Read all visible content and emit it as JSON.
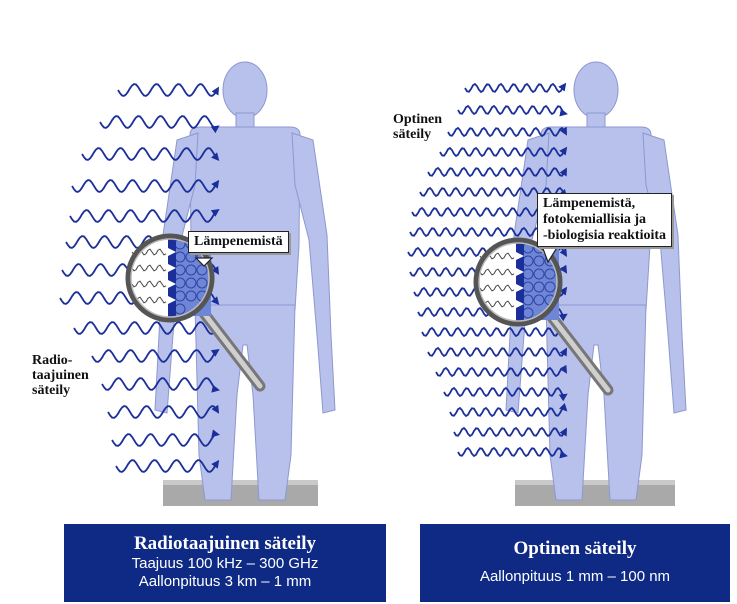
{
  "left_panel": {
    "radiation_label_lines": [
      "Radio-",
      "taajuinen",
      "säteily"
    ],
    "callout_lines": [
      "Lämpenemistä"
    ],
    "caption": {
      "title": "Radiotaajuinen säteily",
      "lines": [
        "Taajuus 100 kHz – 300 GHz",
        "Aallonpituus 3 km – 1 mm"
      ]
    }
  },
  "right_panel": {
    "radiation_label_lines": [
      "Optinen",
      "säteily"
    ],
    "callout_lines": [
      "Lämpenemistä,",
      "fotokemiallisia ja",
      "-biologisia reaktioita"
    ],
    "caption": {
      "title": "Optinen säteily",
      "lines": [
        "Aallonpituus 1 mm – 100 nm"
      ]
    }
  },
  "colors": {
    "wave": "#1a2f99",
    "body": "#b7c1ec",
    "caption_bg": "#0e2a84",
    "floor": "#a9a9a9"
  }
}
